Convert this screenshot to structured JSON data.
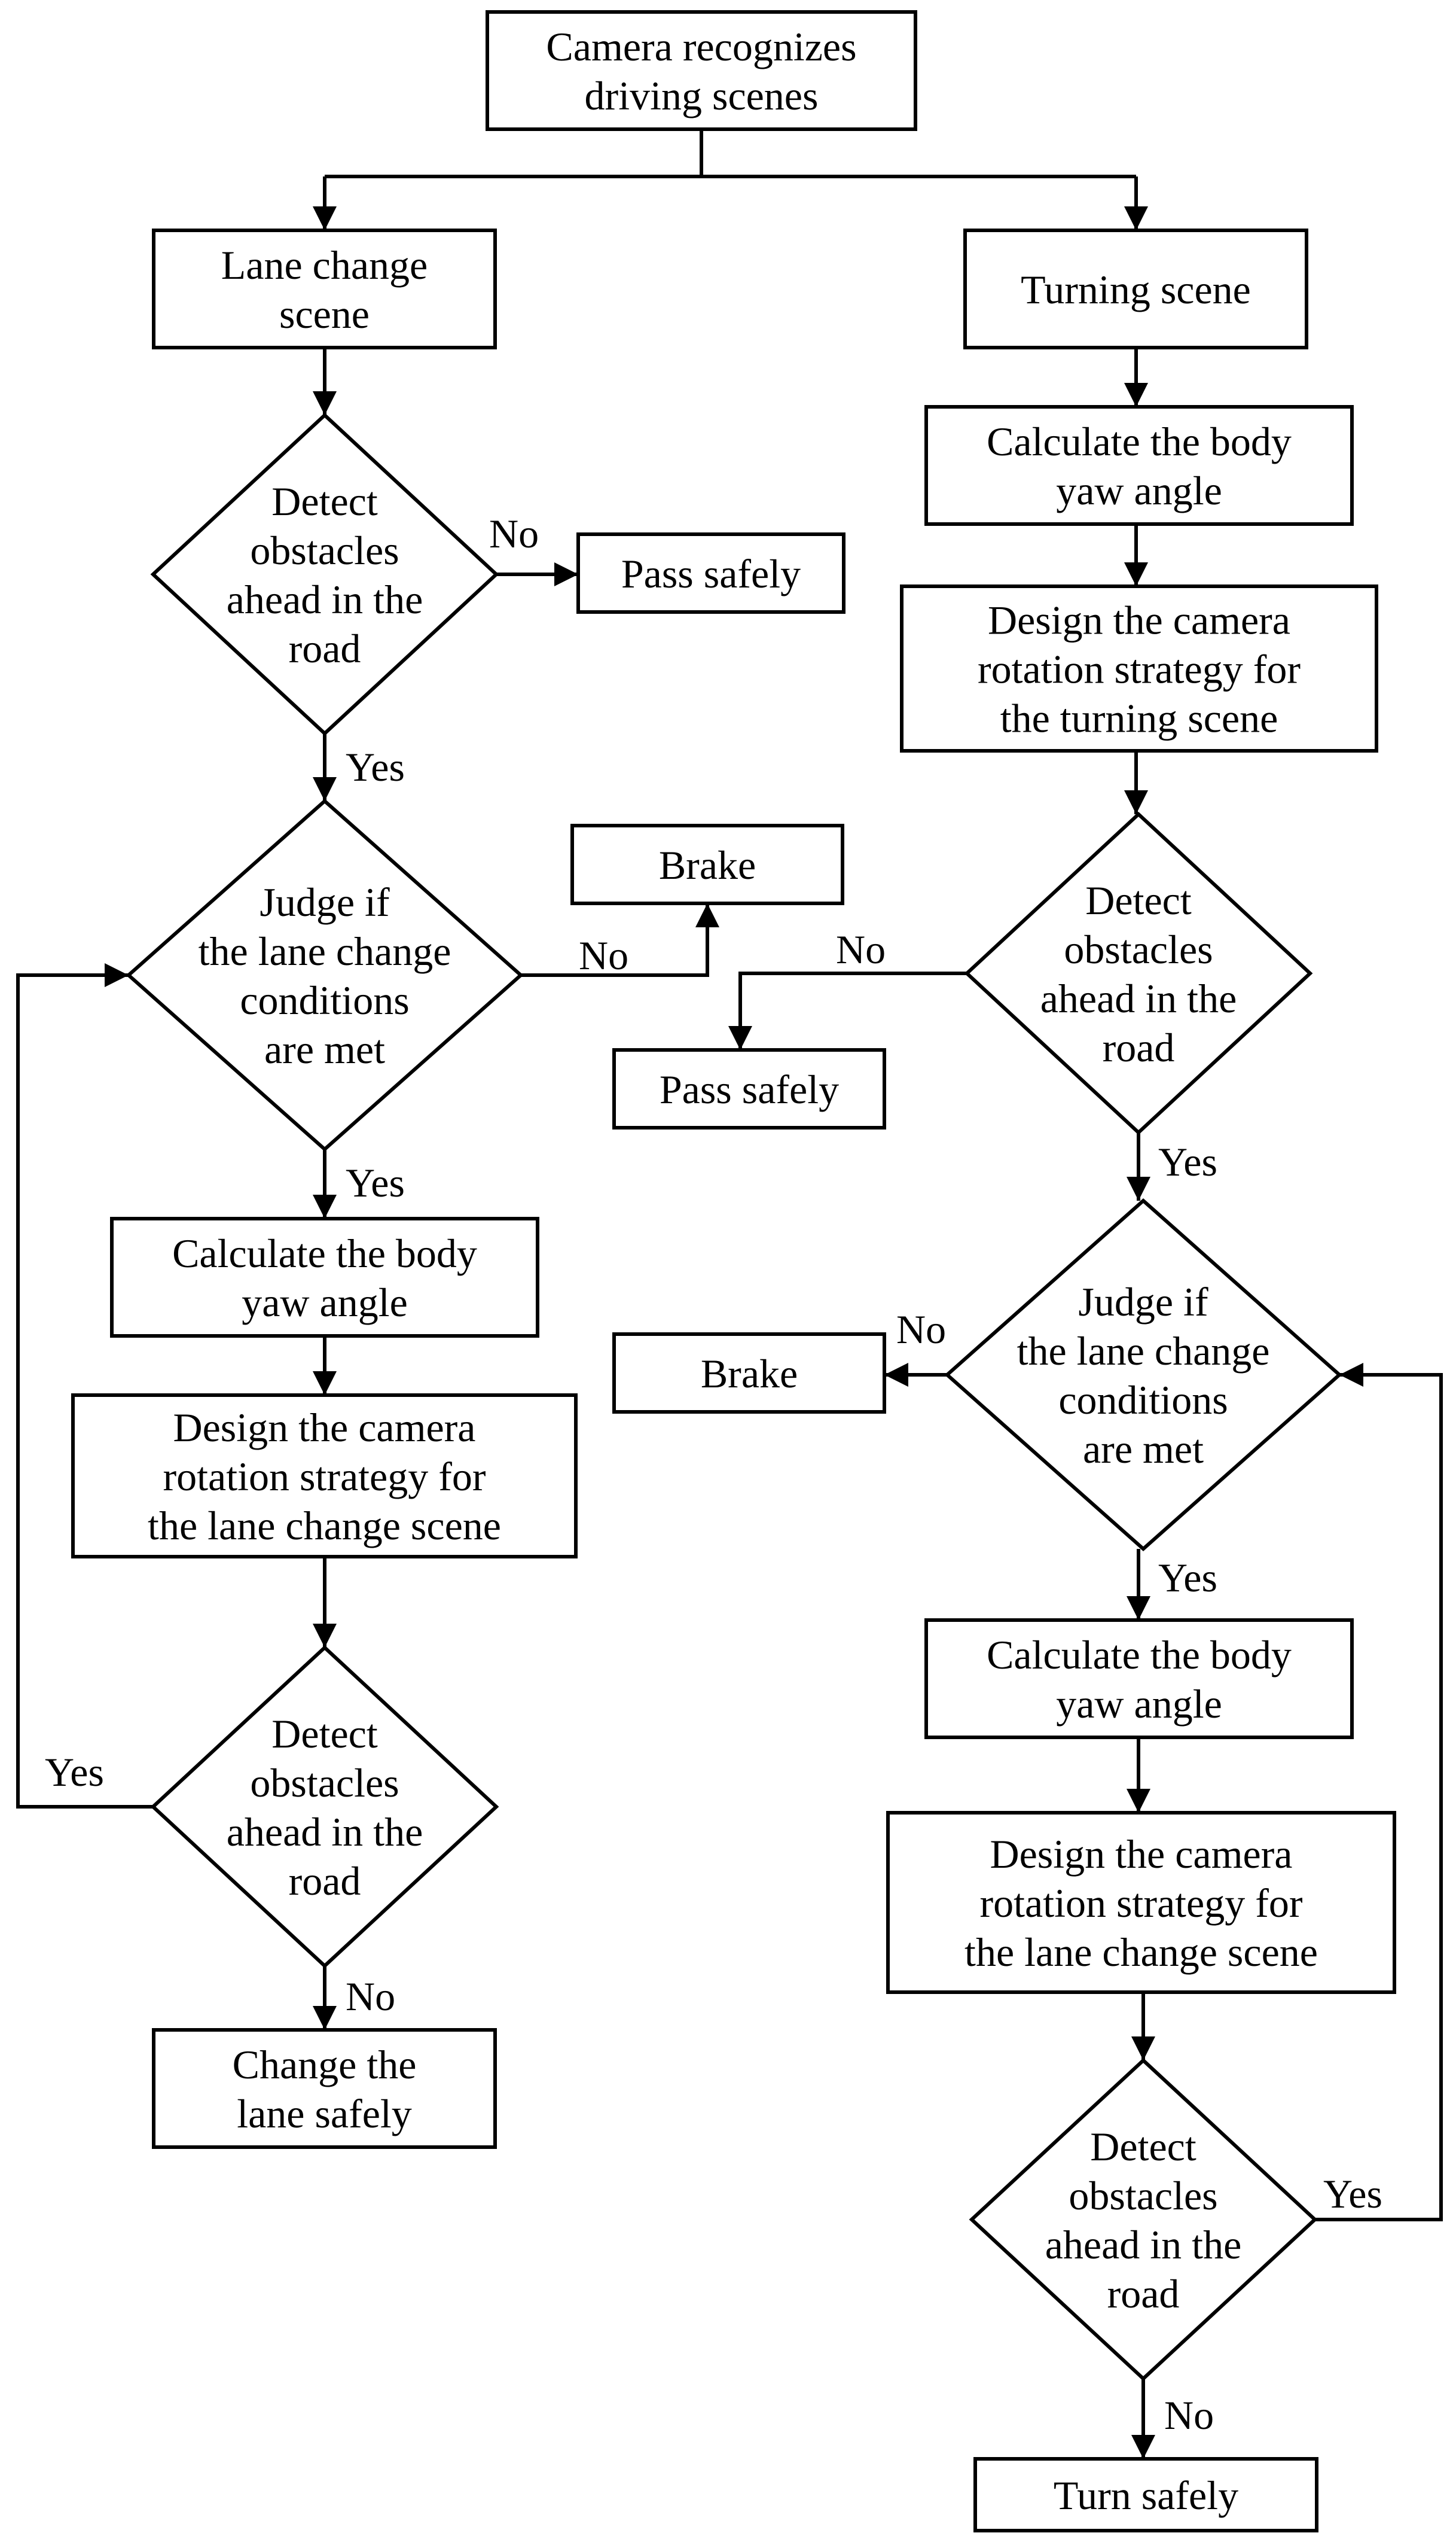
{
  "nodes": {
    "start": [
      "Camera recognizes",
      "driving scenes"
    ],
    "lane_change_scene": [
      "Lane change",
      "scene"
    ],
    "turning_scene": [
      "Turning scene"
    ],
    "l_detect1": [
      "Detect",
      "obstacles",
      "ahead in the",
      "road"
    ],
    "l_pass": [
      "Pass safely"
    ],
    "l_judge": [
      "Judge if",
      "the lane change",
      "conditions",
      "are met"
    ],
    "brake_upper": [
      "Brake"
    ],
    "r_pass": [
      "Pass safely"
    ],
    "l_calc": [
      "Calculate the body",
      "yaw angle"
    ],
    "l_design": [
      "Design the camera",
      "rotation strategy for",
      "the lane change scene"
    ],
    "l_detect2": [
      "Detect",
      "obstacles",
      "ahead in the",
      "road"
    ],
    "l_change": [
      "Change the",
      "lane safely"
    ],
    "r_calc1": [
      "Calculate the body",
      "yaw angle"
    ],
    "r_design1": [
      "Design the camera",
      "rotation strategy for",
      "the turning scene"
    ],
    "r_detect1": [
      "Detect",
      "obstacles",
      "ahead in the",
      "road"
    ],
    "r_judge": [
      "Judge if",
      "the lane change",
      "conditions",
      "are met"
    ],
    "brake_lower": [
      "Brake"
    ],
    "r_calc2": [
      "Calculate the body",
      "yaw angle"
    ],
    "r_design2": [
      "Design the camera",
      "rotation strategy for",
      "the lane change scene"
    ],
    "r_detect2": [
      "Detect",
      "obstacles",
      "ahead in the",
      "road"
    ],
    "r_turn": [
      "Turn safely"
    ]
  },
  "edge_labels": {
    "yes": "Yes",
    "no": "No"
  }
}
